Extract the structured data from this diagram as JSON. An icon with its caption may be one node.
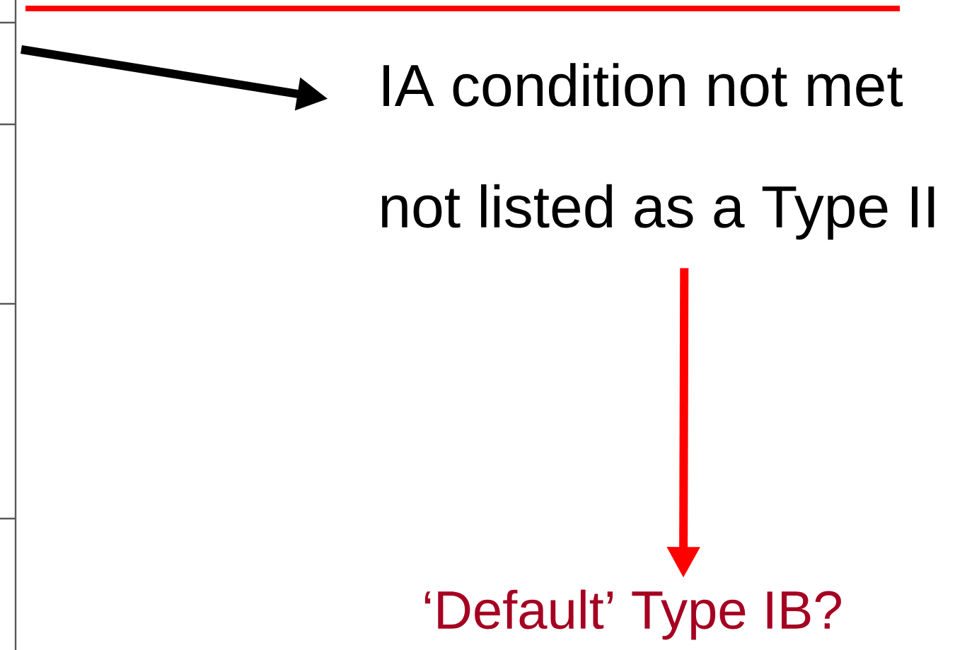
{
  "diagram": {
    "nodes": [
      {
        "text": [
          "IA condition not met"
        ]
      },
      {
        "text": [
          "not listed as a Type II"
        ]
      },
      {
        "text": [
          "‘Default’ Type IB?"
        ]
      }
    ],
    "edges": [
      {
        "from": null,
        "to": 0,
        "arrow": "to",
        "color": "#000000"
      },
      {
        "from": 1,
        "to": 2,
        "arrow": "to",
        "color": "#ff0000"
      }
    ]
  }
}
